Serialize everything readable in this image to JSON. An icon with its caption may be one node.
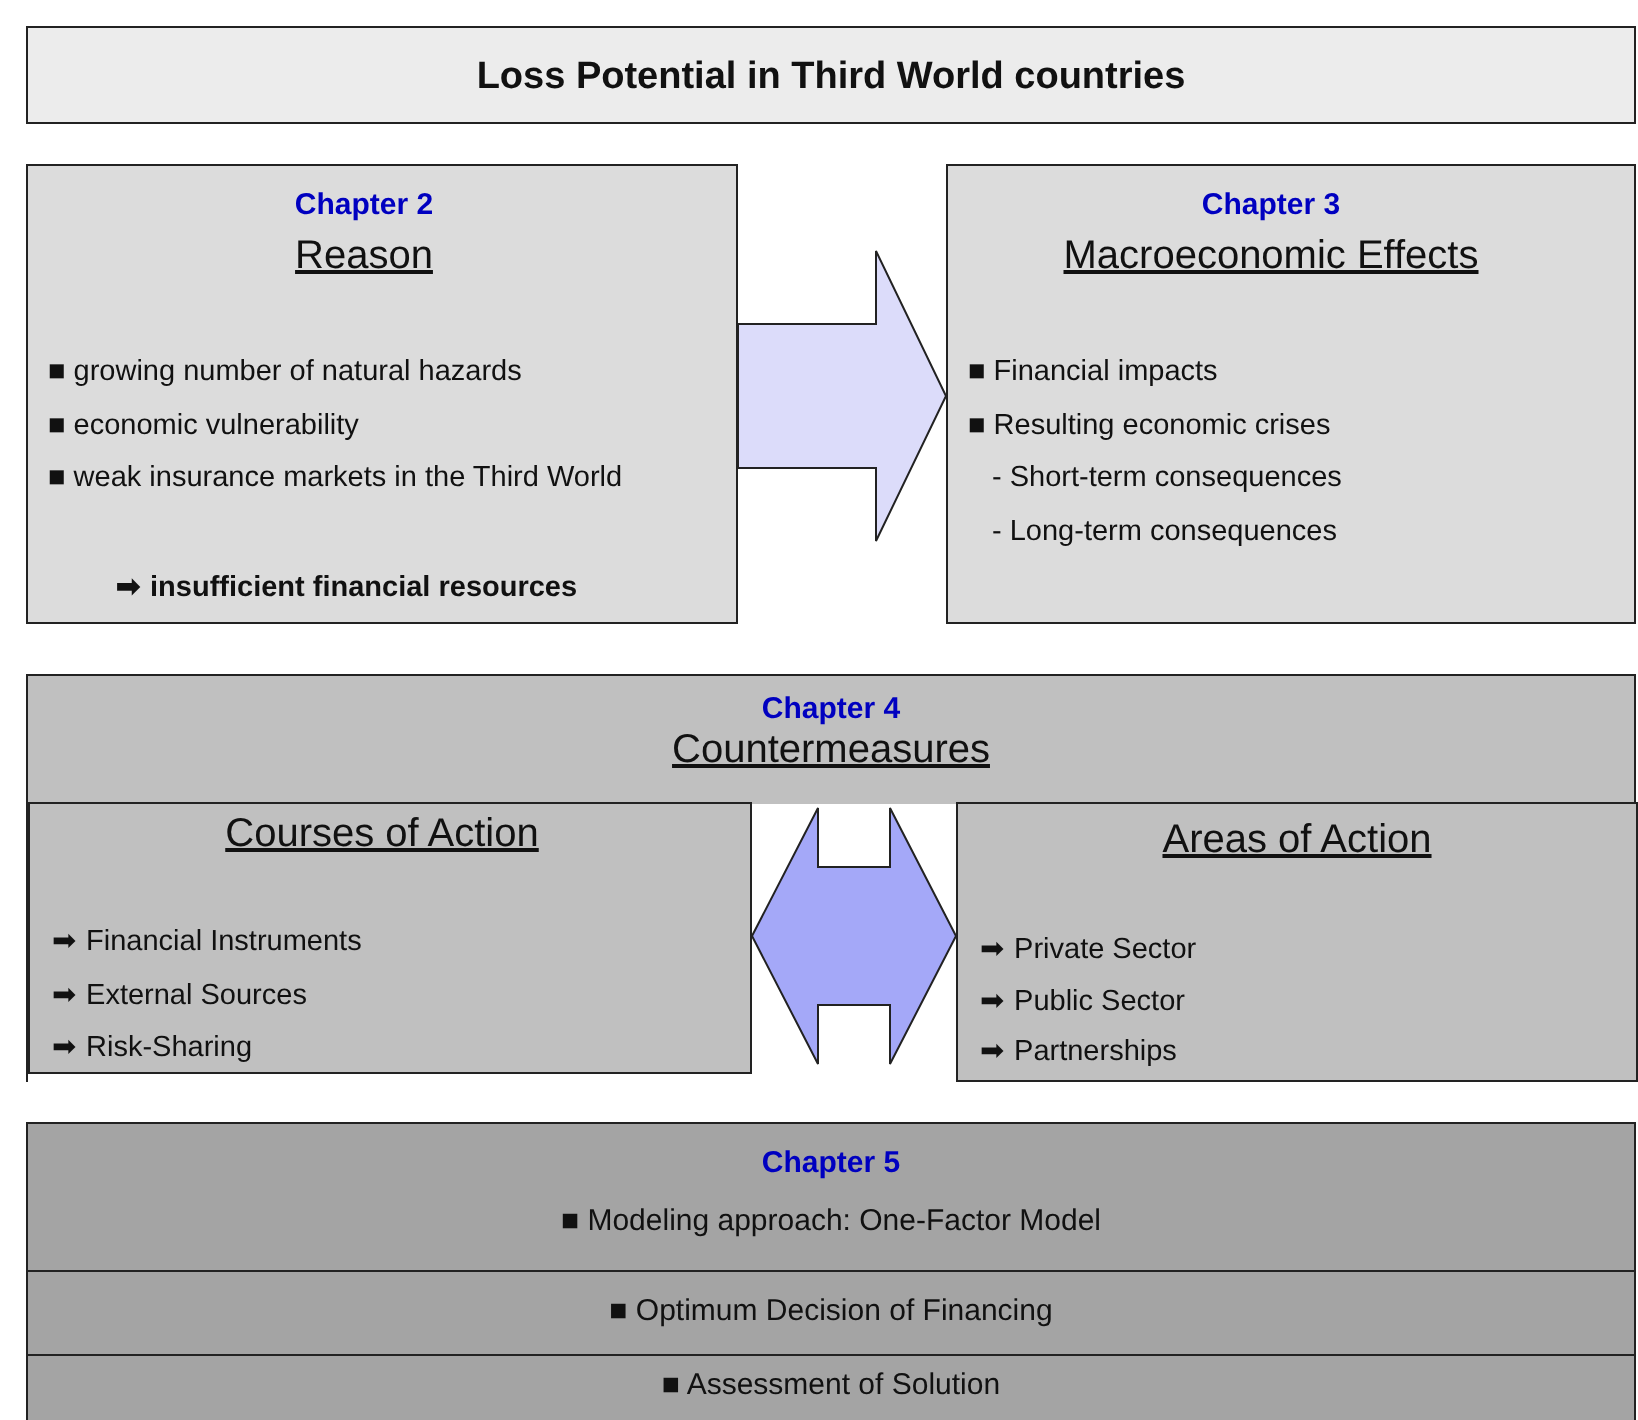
{
  "diagram": {
    "nodes": [
      {
        "text": [
          "Loss Potential in Third World countries"
        ]
      },
      {
        "text": [
          "Chapter 2",
          "Reason",
          "■ growing number of natural hazards",
          "■ economic vulnerability",
          "■ weak insurance markets in the Third World",
          "➡ insufficient financial resources"
        ]
      },
      {
        "text": [
          "Chapter 3",
          "Macroeconomic Effects",
          "■ Financial impacts",
          "■ Resulting economic crises",
          "- Short-term consequences",
          "- Long-term consequences"
        ]
      },
      {
        "text": [
          "Chapter 4",
          "Countermeasures"
        ]
      },
      {
        "text": [
          "Courses of Action",
          "➡ Financial Instruments",
          "➡ External Sources",
          "➡ Risk-Sharing"
        ],
        "in": 3
      },
      {
        "text": [
          "Areas of Action",
          "➡ Private Sector",
          "➡ Public Sector",
          "➡ Partnerships"
        ],
        "in": 3
      },
      {
        "text": [
          "Chapter 5",
          "■ Modeling approach: One-Factor Model"
        ]
      },
      {
        "text": [
          "■ Optimum Decision of Financing"
        ],
        "in": 6
      },
      {
        "text": [
          "■ Assessment of Solution"
        ],
        "in": 6
      }
    ],
    "edges": [
      {
        "from": 1,
        "to": 2,
        "arrow": "to",
        "style": "thick",
        "color": "#dcdcfa"
      },
      {
        "from": 4,
        "to": 5,
        "arrow": "both",
        "style": "thick",
        "color": "#a4a8f8"
      }
    ]
  }
}
